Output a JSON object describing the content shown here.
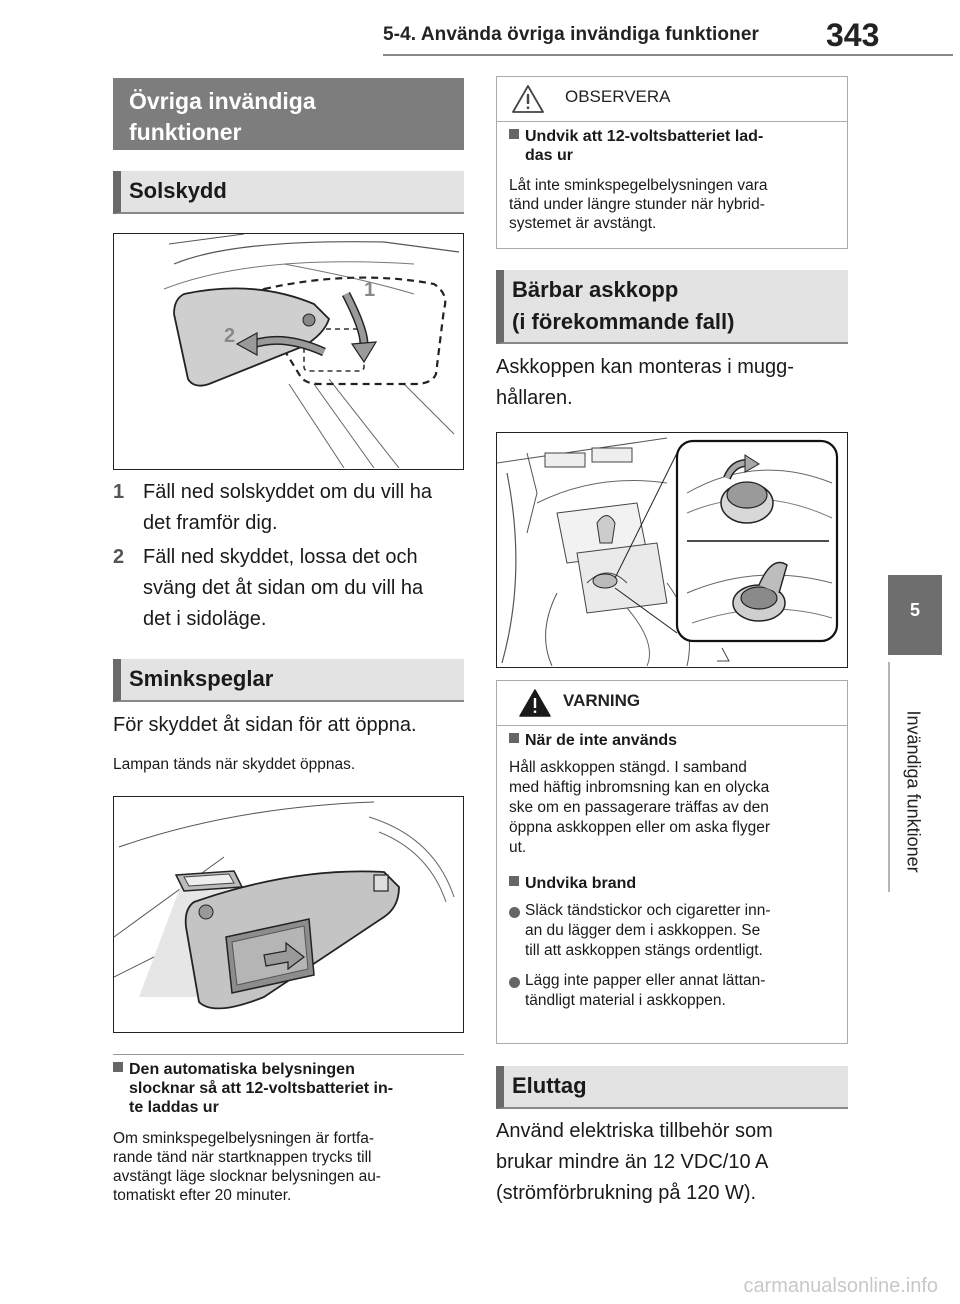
{
  "header": {
    "section_title": "5-4. Använda övriga invändiga funktioner",
    "page_number": "343"
  },
  "side_tab": {
    "chapter_number": "5",
    "chapter_label": "Invändiga funktioner"
  },
  "left": {
    "main_banner": [
      "Övriga invändiga",
      "funktioner"
    ],
    "sunvisor": {
      "heading": "Solskydd",
      "figure_callouts": [
        "1",
        "2"
      ],
      "steps": [
        {
          "num": "1",
          "lines": [
            "Fäll ned solskyddet om du vill ha",
            "det framför dig."
          ]
        },
        {
          "num": "2",
          "lines": [
            "Fäll ned skyddet, lossa det och",
            "sväng det åt sidan om du vill ha",
            "det i sidoläge."
          ]
        }
      ]
    },
    "vanity": {
      "heading": "Sminkspeglar",
      "instruction": "För skyddet åt sidan för att öppna.",
      "note": "Lampan tänds när skyddet öppnas.",
      "info_title_lines": [
        "Den automatiska belysningen",
        "slocknar så att 12-voltsbatteriet in-",
        "te laddas ur"
      ],
      "info_text_lines": [
        "Om sminkspegelbelysningen är fortfa-",
        "rande tänd när startknappen trycks till",
        "avstängt läge slocknar belysningen au-",
        "tomatiskt efter 20 minuter."
      ]
    }
  },
  "right": {
    "notice": {
      "label": "OBSERVERA",
      "title_lines": [
        "Undvik att 12-voltsbatteriet lad-",
        "das ur"
      ],
      "text_lines": [
        "Låt inte sminkspegelbelysningen vara",
        "tänd under längre stunder när hybrid-",
        "systemet är avstängt."
      ]
    },
    "ashtray": {
      "heading_lines": [
        "Bärbar askkopp",
        "(i förekommande fall)"
      ],
      "body_lines": [
        "Askkoppen kan monteras i mugg-",
        "hållaren."
      ]
    },
    "warning": {
      "label": "VARNING",
      "sub1_title": "När de inte används",
      "sub1_text_lines": [
        "Håll askkoppen stängd. I samband",
        "med häftig inbromsning kan en olycka",
        "ske om en passagerare träffas av den",
        "öppna askkoppen eller om aska flyger",
        "ut."
      ],
      "sub2_title": "Undvika brand",
      "bullets": [
        [
          "Släck tändstickor och cigaretter inn-",
          "an du lägger dem i askkoppen. Se",
          "till att askkoppen stängs ordentligt."
        ],
        [
          "Lägg inte papper eller annat lättan-",
          "tändligt material i askkoppen."
        ]
      ]
    },
    "outlet": {
      "heading": "Eluttag",
      "body_lines": [
        "Använd elektriska tillbehör som",
        "brukar mindre än 12 VDC/10 A",
        "(strömförbrukning på 120 W)."
      ]
    }
  },
  "watermark": "carmanualsonline.info"
}
